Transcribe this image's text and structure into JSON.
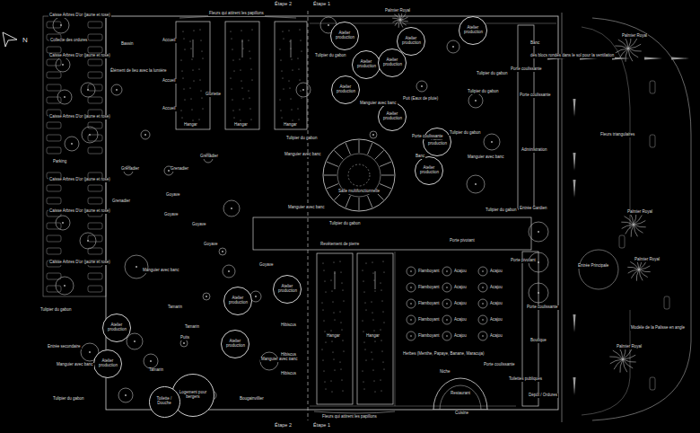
{
  "diagram": {
    "nodes": [
      {
        "text": [
          "Salle multifonctionnelle"
        ]
      },
      {
        "text": [
          "Atelier production"
        ]
      },
      {
        "text": [
          "Atelier production"
        ]
      },
      {
        "text": [
          "Atelier production"
        ]
      },
      {
        "text": [
          "Atelier production"
        ]
      },
      {
        "text": [
          "Atelier production"
        ]
      },
      {
        "text": [
          "Atelier production"
        ]
      },
      {
        "text": [
          "Atelier production"
        ]
      },
      {
        "text": [
          "Atelier production"
        ]
      },
      {
        "text": [
          "Atelier production"
        ]
      },
      {
        "text": [
          "Atelier production"
        ]
      },
      {
        "text": [
          "Atelier production"
        ]
      },
      {
        "text": [
          "Atelier production"
        ]
      },
      {
        "text": [
          "Atelier production"
        ]
      },
      {
        "text": [
          "Atelier production"
        ]
      },
      {
        "text": [
          "Restaurant"
        ]
      },
      {
        "text": [
          "Logement pour bergers"
        ]
      },
      {
        "text": [
          "Toilette / Douche"
        ]
      }
    ],
    "labels": [
      "N",
      "Étape 2",
      "Étape 1",
      "Étape 2",
      "Étape 1",
      "Fleurs qui attirent les papillons",
      "Fleurs qui attirent les papillons",
      "Caisse Arbres D'or (jaune et rose)",
      "Collecte des ordures",
      "Caisse Arbres D'or (jaune et rose)",
      "Caisse Arbres D'or (jaune et rose)",
      "Parking",
      "Caisse Arbres D'or (jaune et rose)",
      "Caisse Arbres D'or (jaune et rose)",
      "Caisse Arbres D'or (jaune et rose)",
      "Tulipier du gabon",
      "Entrée secondaire",
      "Manguier avec banc",
      "Tulipier du gabon",
      "Bassin",
      "Accueil",
      "Accueil",
      "Accueil",
      "Élément de lieu avec la lumière",
      "Gloriette",
      "Hangar",
      "Hangar",
      "Hangar",
      "Tulipier du gabon",
      "Grenadier",
      "Grenadier",
      "Grenadier",
      "Manguier avec banc",
      "Manguier avec banc",
      "Goyave",
      "Goyave",
      "Goyave",
      "Goyave",
      "Goyave",
      "Grenadier",
      "Manguier avec banc",
      "Tamarin",
      "Tamarin",
      "Tamarin",
      "Puits",
      "Manguier avec banc",
      "Bougainvillier",
      "Hibiscus",
      "Hibiscus",
      "Hibiscus",
      "Hangar",
      "Hangar",
      "Tulipier du gabon",
      "Tulipier du gabon",
      "Tulipier du gabon",
      "Tulipier du gabon",
      "Puit (Eaux de pluie)",
      "Manguier avec banc",
      "Porte coulissante",
      "Banc",
      "Manguier avec banc",
      "Tulipier du gabon",
      "Tulipier du gabon",
      "Porte coulissante",
      "Porte coulissante",
      "Administration",
      "Banc",
      "Entrée Gardien",
      "Porte pivotant",
      "Revêtement de pierre",
      "des blocs rondés dans le sol pour la ventilation",
      "Flamboyant",
      "Acajou",
      "Acajou",
      "Flamboyant",
      "Acajou",
      "Acajou",
      "Flamboyant",
      "Acajou",
      "Acajou",
      "Flamboyant",
      "Acajou",
      "Acajou",
      "Flamboyant",
      "Acajou",
      "Acajou",
      "Herbes (Menthe, Papaye, Banane, Maracuja)",
      "Porte coulissante",
      "Boutique",
      "Porte coulissante",
      "Toilettes publiques",
      "Dépôt / Ordures",
      "Niche",
      "Cuisine",
      "Porte pivotant",
      "Entrée Principale",
      "Palmier Royal",
      "Palmier Royal",
      "Palmier Royal",
      "Palmier Royal",
      "Palmier Royal",
      "Fleurs triangulaires",
      "Modèle de la Palisse en angle"
    ]
  }
}
